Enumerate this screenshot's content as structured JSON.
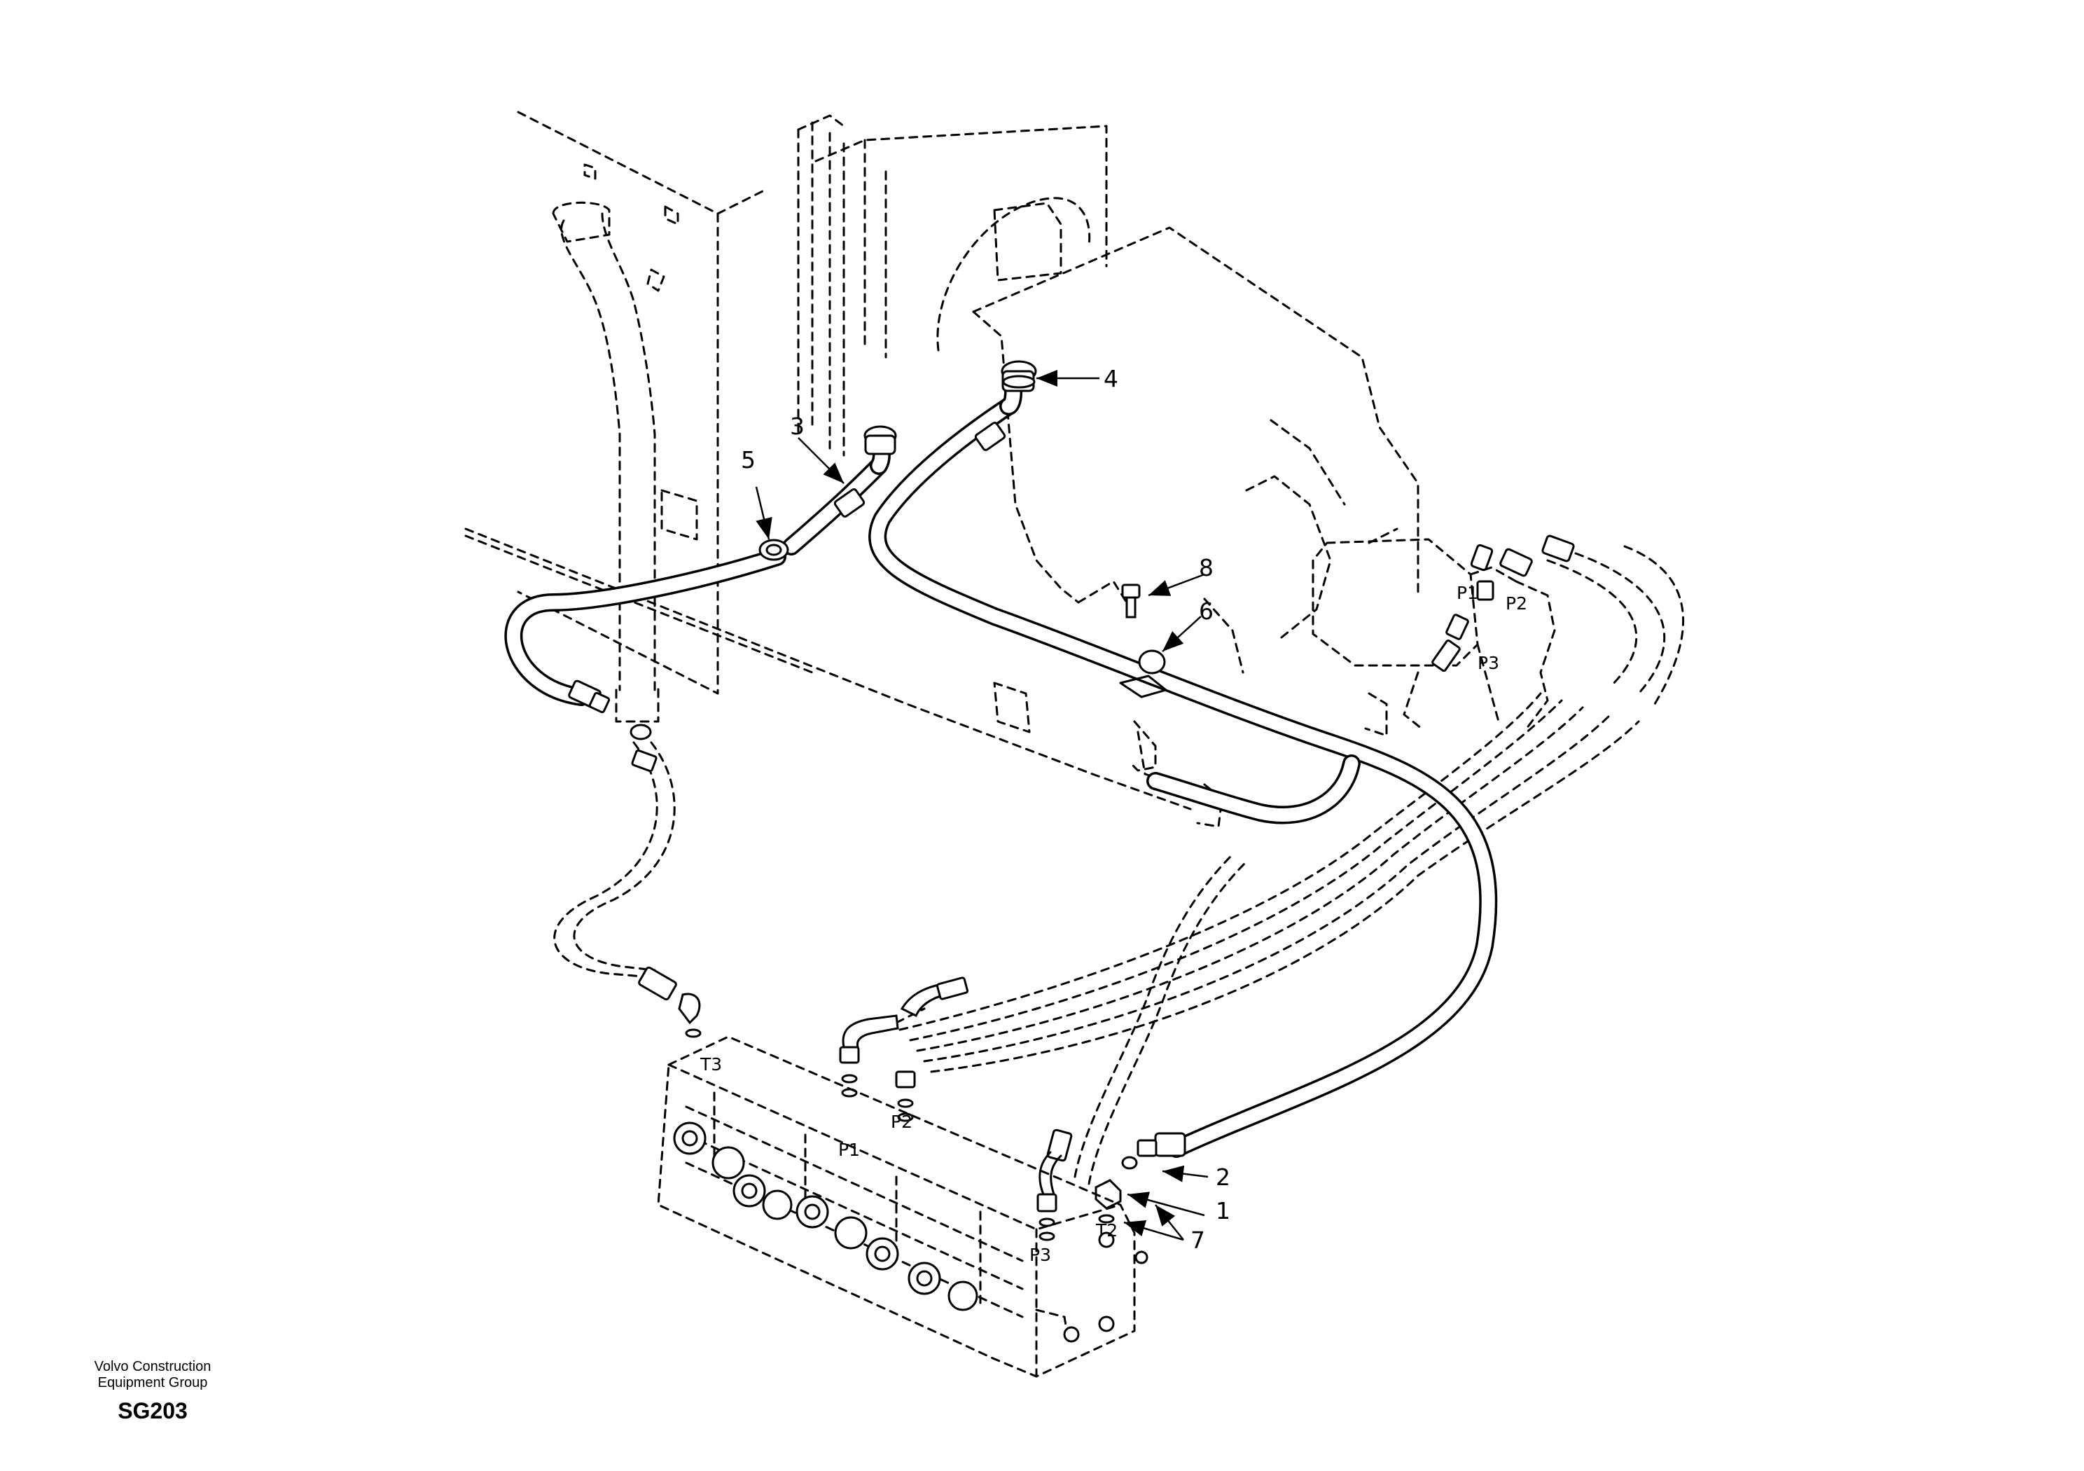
{
  "diagram": {
    "callouts": [
      "1",
      "2",
      "3",
      "4",
      "5",
      "6",
      "7",
      "8"
    ],
    "port_labels": {
      "t3": "T3",
      "p1_valve": "P1",
      "p2_valve": "P2",
      "p3_valve": "P3",
      "t2": "T2",
      "p1_pump": "P1",
      "p2_pump": "P2",
      "p3_pump": "P3"
    }
  },
  "footer": {
    "line1": "Volvo Construction",
    "line2": "Equipment Group",
    "code": "SG203"
  }
}
